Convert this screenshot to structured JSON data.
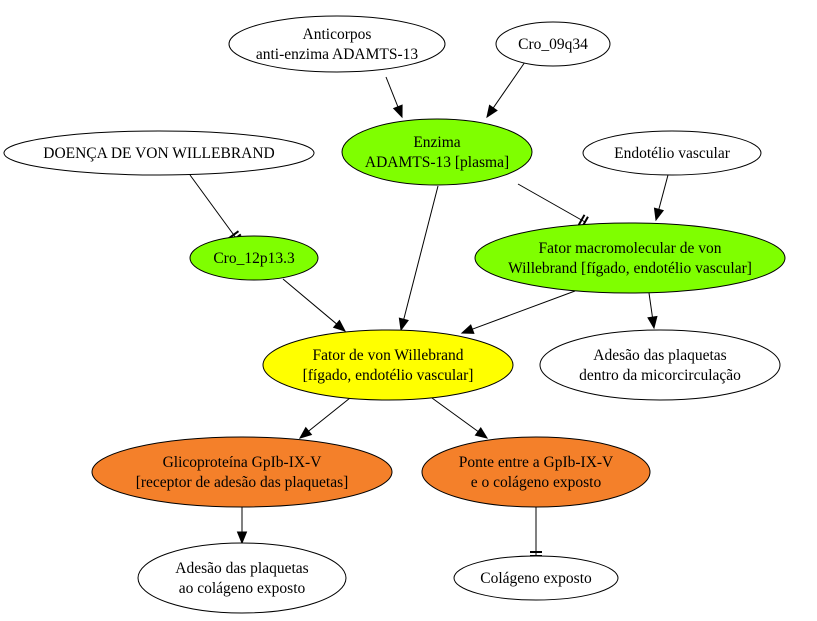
{
  "colors": {
    "green": "#7fff00",
    "yellow": "#ffff00",
    "orange": "#f4802a",
    "white": "#ffffff",
    "stroke": "#000000"
  },
  "nodes": {
    "anticorpos": {
      "line1": "Anticorpos",
      "line2": "anti-enzima ADAMTS-13",
      "color": "white"
    },
    "cro_09q34": {
      "line1": "Cro_09q34",
      "color": "white"
    },
    "doenca": {
      "line1": "DOENÇA DE VON WILLEBRAND",
      "color": "white"
    },
    "enzima": {
      "line1": "Enzima",
      "line2": "ADAMTS-13 [plasma]",
      "color": "green"
    },
    "endotelio": {
      "line1": "Endotélio vascular",
      "color": "white"
    },
    "cro_12p13": {
      "line1": "Cro_12p13.3",
      "color": "green"
    },
    "fator_macro": {
      "line1": "Fator macromolecular de von",
      "line2": "Willebrand [fígado, endotélio vascular]",
      "color": "green"
    },
    "fator_vw": {
      "line1": "Fator de von Willebrand",
      "line2": "[fígado, endotélio vascular]",
      "color": "yellow"
    },
    "adesao_micro": {
      "line1": "Adesão das plaquetas",
      "line2": "dentro da micorcirculação",
      "color": "white"
    },
    "glicoproteina": {
      "line1": "Glicoproteína GpIb-IX-V",
      "line2": "[receptor de adesão das plaquetas]",
      "color": "orange"
    },
    "ponte": {
      "line1": "Ponte entre a GpIb-IX-V",
      "line2": "e o colágeno exposto",
      "color": "orange"
    },
    "adesao_colageno": {
      "line1": "Adesão das plaquetas",
      "line2": "ao colágeno exposto",
      "color": "white"
    },
    "colageno": {
      "line1": "Colágeno exposto",
      "color": "white"
    }
  },
  "edges": [
    {
      "from": "anticorpos",
      "to": "enzima",
      "type": "arrow"
    },
    {
      "from": "cro_09q34",
      "to": "enzima",
      "type": "arrow"
    },
    {
      "from": "doenca",
      "to": "cro_12p13",
      "type": "tee"
    },
    {
      "from": "enzima",
      "to": "fator_macro",
      "type": "tee"
    },
    {
      "from": "endotelio",
      "to": "fator_macro",
      "type": "arrow"
    },
    {
      "from": "enzima",
      "to": "fator_vw",
      "type": "arrow"
    },
    {
      "from": "cro_12p13",
      "to": "fator_vw",
      "type": "arrow"
    },
    {
      "from": "fator_macro",
      "to": "fator_vw",
      "type": "arrow"
    },
    {
      "from": "fator_macro",
      "to": "adesao_micro",
      "type": "arrow"
    },
    {
      "from": "fator_vw",
      "to": "glicoproteina",
      "type": "arrow"
    },
    {
      "from": "fator_vw",
      "to": "ponte",
      "type": "arrow"
    },
    {
      "from": "glicoproteina",
      "to": "adesao_colageno",
      "type": "arrow"
    },
    {
      "from": "ponte",
      "to": "colageno",
      "type": "tee"
    }
  ]
}
